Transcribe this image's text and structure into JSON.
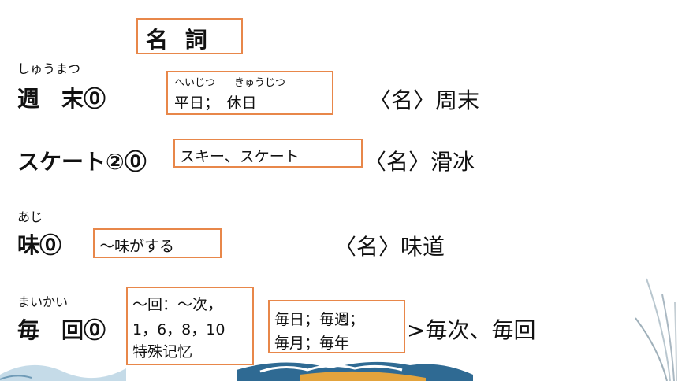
{
  "title": "名 詞",
  "entries": [
    {
      "reading": "しゅうまつ",
      "word": "週　末⓪",
      "box_ruby1": "へいじつ",
      "box_ruby2": "きゅうじつ",
      "box_text": "平日；　休日",
      "meaning": "〈名〉周末"
    },
    {
      "word": "スケート②⓪",
      "box_text": "スキー、スケート",
      "meaning": "〈名〉滑冰"
    },
    {
      "reading": "あじ",
      "word": "味⓪",
      "box_text": "～味がする",
      "meaning": "〈名〉味道"
    },
    {
      "reading": "まいかい",
      "word": "毎　回⓪",
      "box1_line1": "～回：～次，",
      "box1_line2": "1，6，8，10",
      "box1_line3": "特殊记忆",
      "box2_line1": "毎日；毎週；",
      "box2_line2": "毎月；毎年",
      "meaning": ">毎次、毎回"
    }
  ],
  "colors": {
    "box_border": "#e8874a",
    "text": "#111111"
  }
}
